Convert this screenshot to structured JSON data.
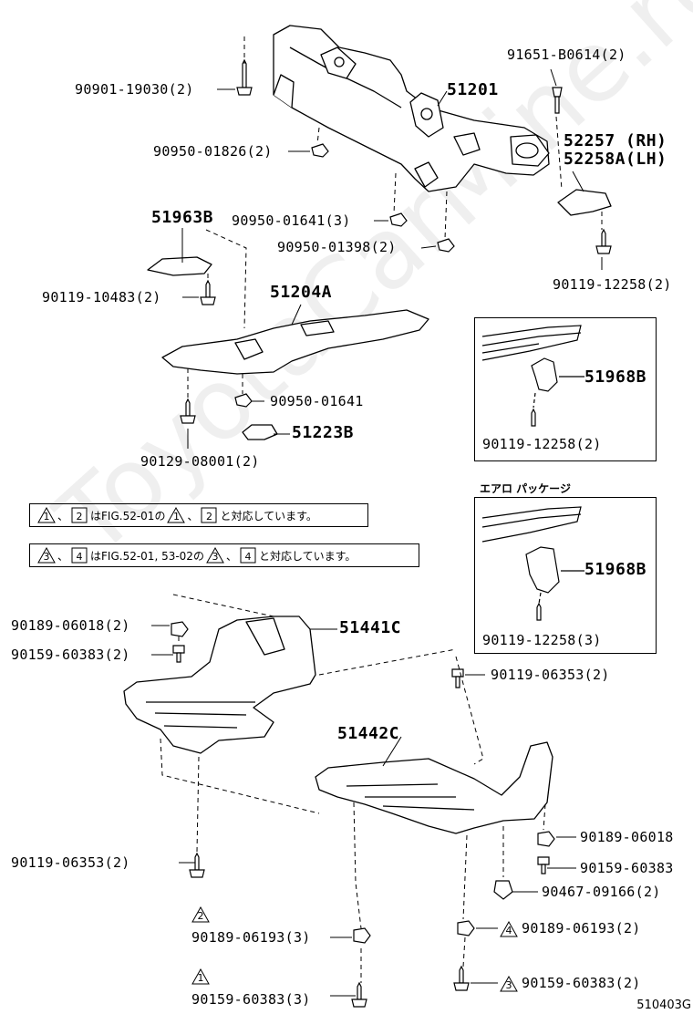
{
  "diagram_id": "510403G",
  "watermark": "ToyotaCarMine.ru",
  "parts": {
    "crossmember": "51201",
    "bolt_top_left": "90901-19030(2)",
    "nut_01826": "90950-01826(2)",
    "bolt_b0614": "91651-B0614(2)",
    "bracket_rh": "52257 (RH)",
    "bracket_lh": "52258A(LH)",
    "nut_01641_a": "90950-01641(3)",
    "nut_01398": "90950-01398(2)",
    "bolt_12258_a": "90119-12258(2)",
    "plate_51963b": "51963B",
    "bolt_10483": "90119-10483(2)",
    "member_51204a": "51204A",
    "nut_01641_b": "90950-01641",
    "stopper_51223b": "51223B",
    "bolt_08001": "90129-08001(2)",
    "inset1_part": "51968B",
    "inset1_bolt": "90119-12258(2)",
    "inset2_title": "エアロ パッケージ",
    "inset2_part": "51968B",
    "inset2_bolt": "90119-12258(3)",
    "cover_51441c": "51441C",
    "clip_06018_a": "90189-06018(2)",
    "screw_60383_a": "90159-60383(2)",
    "bolt_06353_a": "90119-06353(2)",
    "cover_51442c": "51442C",
    "clip_06018_b": "90189-06018",
    "screw_60383_b": "90159-60383",
    "clip_09166": "90467-09166(2)",
    "bolt_06353_b": "90119-06353(2)",
    "clip_06193_a": "90189-06193(3)",
    "clip_06193_b": "90189-06193(2)",
    "screw_60383_c": "90159-60383(3)",
    "screw_60383_d": "90159-60383(2)"
  },
  "notes": {
    "note1": {
      "m1": "1",
      "sep1": "、",
      "m2": "2",
      "text1": "はFIG.52-01の",
      "m3": "1",
      "sep2": "、",
      "m4": "2",
      "text2": "と対応しています。"
    },
    "note2": {
      "m1": "3",
      "sep1": "、",
      "m2": "4",
      "text1": "はFIG.52-01, 53-02の",
      "m3": "3",
      "sep2": "、",
      "m4": "4",
      "text2": "と対応しています。"
    }
  },
  "markers": {
    "m2": "2",
    "m1": "1",
    "m4": "4",
    "m3": "3"
  }
}
